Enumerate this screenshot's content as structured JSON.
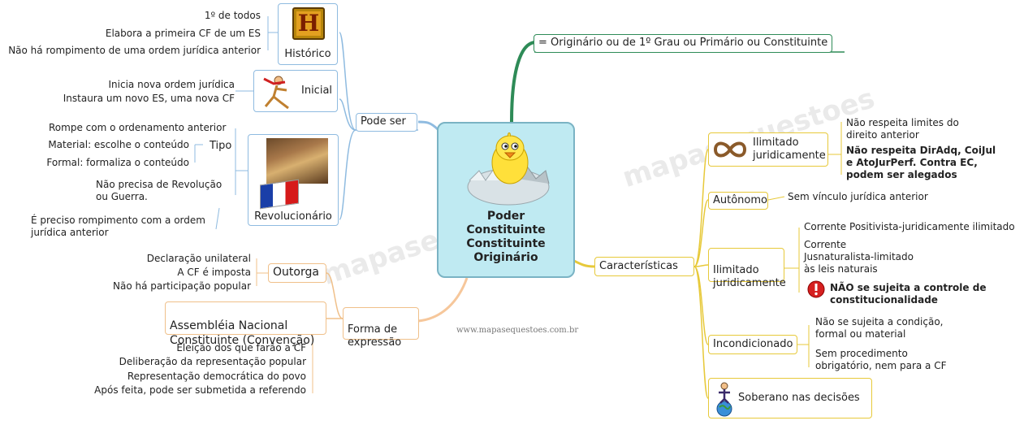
{
  "center": {
    "label": "Poder\nConstituinte\nConstituinte\nOriginário"
  },
  "top_branch": {
    "label": "= Originário ou de 1º Grau ou Primário ou Constituinte"
  },
  "pode_ser": {
    "label": "Pode ser",
    "historico": {
      "label": "Histórico",
      "details": [
        "1º de todos",
        "Elabora a primeira CF de um ES",
        "Não há rompimento de uma ordem jurídica anterior"
      ]
    },
    "inicial": {
      "label": "Inicial",
      "details": [
        "Inicia nova ordem jurídica",
        "Instaura um novo ES, uma nova CF"
      ]
    },
    "revolucionario": {
      "label": "Revolucionário",
      "rompe": "Rompe com o ordenamento anterior",
      "tipo": {
        "label": "Tipo",
        "items": [
          "Material: escolhe o conteúdo",
          "Formal: formaliza o conteúdo"
        ]
      },
      "nao_precisa": "Não precisa de Revolução\nou Guerra.",
      "preciso": "É preciso rompimento com a ordem\njurídica anterior"
    }
  },
  "forma": {
    "label": "Forma de\nexpressão",
    "outorga": {
      "label": "Outorga",
      "items": [
        "Declaração unilateral",
        "A CF é imposta",
        "Não há participação popular"
      ]
    },
    "assembleia": {
      "label": "Assembléia Nacional\nConstituinte (Convenção)",
      "items": [
        "Eleição dos que farão a CF",
        "Deliberação da representação popular",
        "Representação democrática do povo",
        "Após feita, pode ser submetida a referendo"
      ]
    }
  },
  "caracteristicas": {
    "label": "Características",
    "ilimitado1": {
      "label": "Ilimitado\njuridicamente",
      "note": "Não respeita limites do\ndireito anterior",
      "note_bold": "Não respeita DirAdq, CoiJul\ne AtoJurPerf. Contra EC,\npodem ser alegados"
    },
    "autonomo": {
      "label": "Autônomo",
      "note": "Sem vínculo jurídica anterior"
    },
    "ilimitado2": {
      "label": "Ilimitado\njuridicamente",
      "notes": [
        "Corrente Positivista-juridicamente ilimitado",
        "Corrente\nJusnaturalista-limitado\nàs leis naturais"
      ],
      "warning": "NÃO se sujeita a controle de\nconstitucionalidade"
    },
    "incondicionado": {
      "label": "Incondicionado",
      "notes": [
        "Não se sujeita a condição,\nformal ou material",
        "Sem procedimento\nobrigatório, nem para a CF"
      ]
    },
    "soberano": {
      "label": "Soberano nas decisões"
    }
  },
  "site": "www.mapasequestoes.com.br",
  "watermark_text": "mapasequestoes",
  "icons": [
    "chick-hatching-icon",
    "history-channel-logo",
    "runner-figure-icon",
    "liberty-painting-image",
    "french-flag-icon",
    "infinity-icon",
    "exclamation-warning-icon",
    "sovereign-globe-icon"
  ],
  "colors": {
    "top_branch": "#2e8b57",
    "pode_ser_branch": "#8fbbe0",
    "forma_branch": "#f0c08a",
    "caracteristicas_branch": "#e7c93a",
    "center_fill": "#bfeaf2"
  }
}
